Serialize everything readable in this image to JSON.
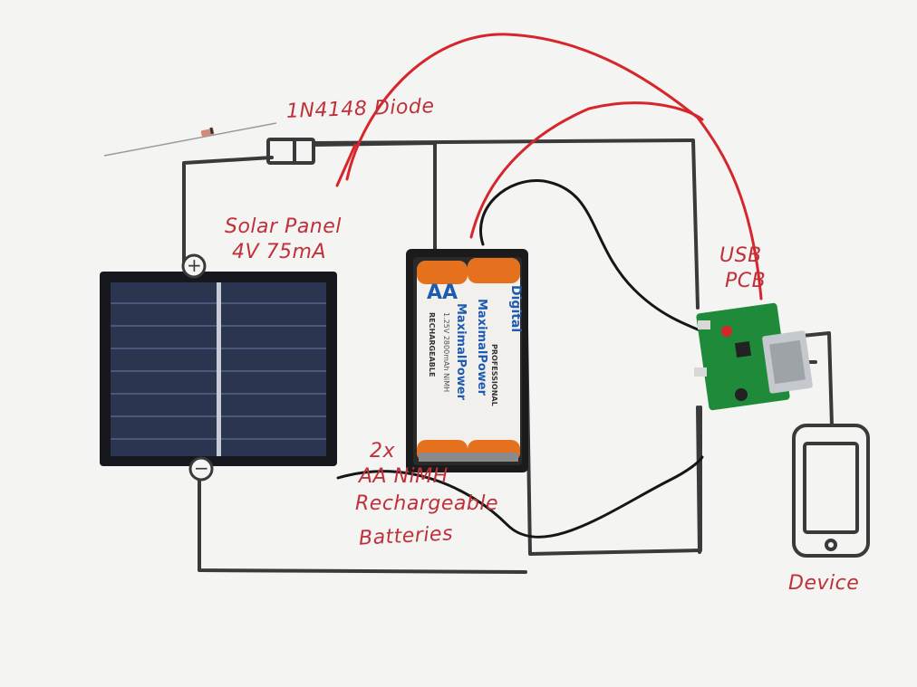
{
  "labels": {
    "diode": "1N4148 Diode",
    "solar_line1": "Solar Panel",
    "solar_line2": "4V 75mA",
    "battery_line1": "2x",
    "battery_line2": "AA NiMH",
    "battery_line3": "Rechargeable",
    "battery_line4": "Batteries",
    "usb_line1": "USB",
    "usb_line2": "PCB",
    "device": "Device",
    "plus_sign": "+",
    "minus_sign": "−"
  },
  "battery_print": {
    "aa_left": "AA",
    "brand_left": "MaximalPower",
    "rating_left": "1.25V 2800mAh NiMH",
    "recharge_left": "RECHARGEABLE",
    "brand_right": "MaximalPower",
    "pro_right": "PROFESSIONAL",
    "digital_right": "Digital"
  },
  "colors": {
    "ink": "#c0303a",
    "wire_black": "#161616",
    "wire_red": "#d6262c",
    "marker": "#3a3a3a",
    "paper": "#f4f4f2",
    "battery_orange": "#e5711f",
    "battery_blue": "#1f5bb0",
    "pcb_green": "#1f8a3a"
  }
}
